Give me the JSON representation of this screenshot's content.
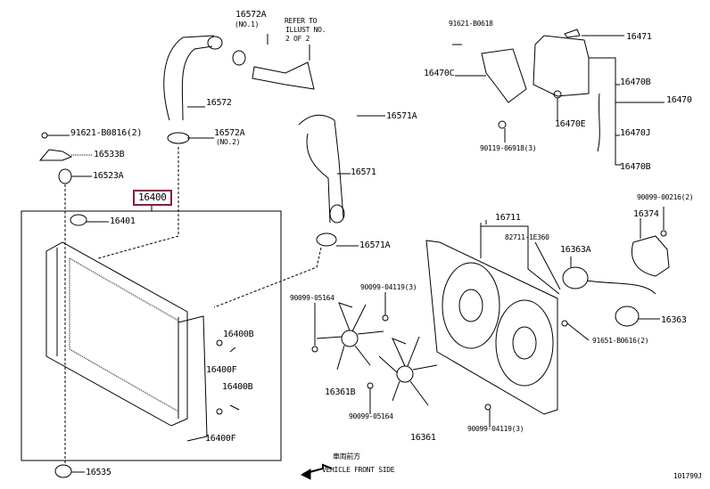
{
  "labels": [
    "16572A",
    "(NO.1)",
    "REFER TO",
    "ILLUST NO.",
    "2 OF 2",
    "16572",
    "91621-B0816(2)",
    "16533B",
    "16523A",
    "16572A",
    "(NO.2)",
    "16400",
    "16401",
    "16571A",
    "16571",
    "16571A",
    "91621-B0618",
    "16471",
    "16470C",
    "16470B",
    "16470",
    "16470E",
    "16470J",
    "90119-06918(3)",
    "16470B",
    "90099-00216(2)",
    "16374",
    "16711",
    "82711-1E360",
    "16363A",
    "90099-05164",
    "90099-04119(3)",
    "16400B",
    "16400F",
    "16363",
    "91651-B0616(2)",
    "16361B",
    "16400B",
    "90099-05164",
    "16361",
    "90099-04119(3)",
    "16400F",
    "16535"
  ],
  "direction": {
    "jp": "車両前方",
    "en": "VEHICLE FRONT SIDE"
  },
  "figure_id": "101799J",
  "colors": {
    "highlight_box": "#8b1a3a",
    "line": "#000000"
  }
}
